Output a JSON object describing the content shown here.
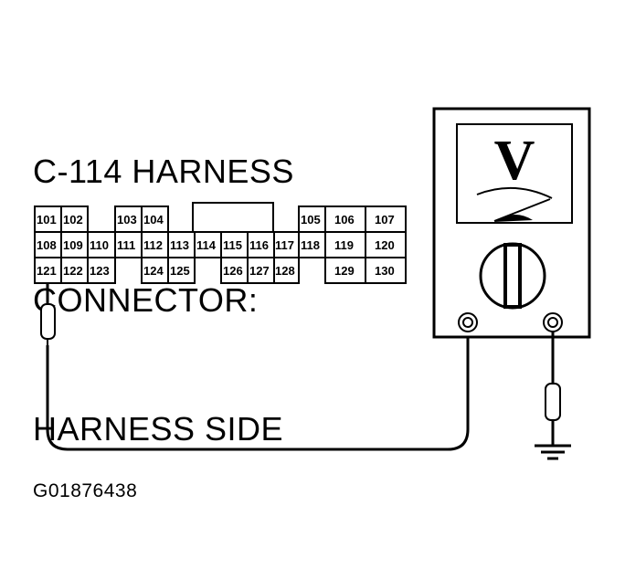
{
  "title_lines": [
    "C-114 HARNESS",
    "CONNECTOR:",
    "HARNESS SIDE"
  ],
  "figure_id": "G01876438",
  "meter_symbol": "V",
  "connector_pins": {
    "row1": [
      "101",
      "102",
      "103",
      "104",
      "105",
      "106",
      "107"
    ],
    "row2": [
      "108",
      "109",
      "110",
      "111",
      "112",
      "113",
      "114",
      "115",
      "116",
      "117",
      "118",
      "119",
      "120"
    ],
    "row3": [
      "121",
      "122",
      "123",
      "124",
      "125",
      "126",
      "127",
      "128",
      "129",
      "130"
    ]
  },
  "colors": {
    "ink": "#000000",
    "background": "#ffffff"
  }
}
